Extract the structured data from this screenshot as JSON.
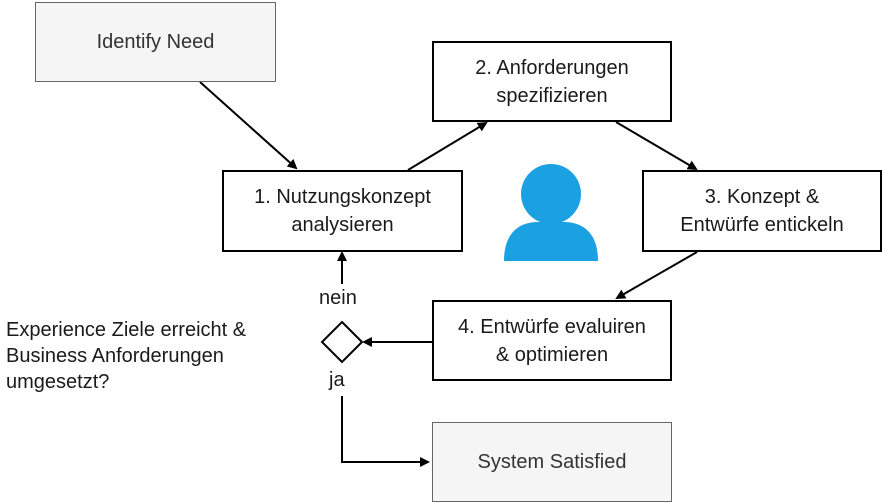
{
  "colors": {
    "user_icon": "#1ba1e2",
    "gray_fill": "#f5f5f5",
    "gray_stroke": "#666666",
    "stroke": "#000000"
  },
  "nodes": {
    "identify_need": "Identify Need",
    "step1": "1. Nutzungskonzept\nanalysieren",
    "step2": "2. Anforderungen\nspezifizieren",
    "step3": "3. Konzept &\nEntwürfe entickeln",
    "step4": "4. Entwürfe evaluiren\n& optimieren",
    "system_satisfied": "System Satisfied"
  },
  "decision": {
    "question": "Experience Ziele erreicht &\nBusiness Anforderungen\numgesetzt?",
    "no_label": "nein",
    "yes_label": "ja"
  },
  "user_icon": "user-icon"
}
